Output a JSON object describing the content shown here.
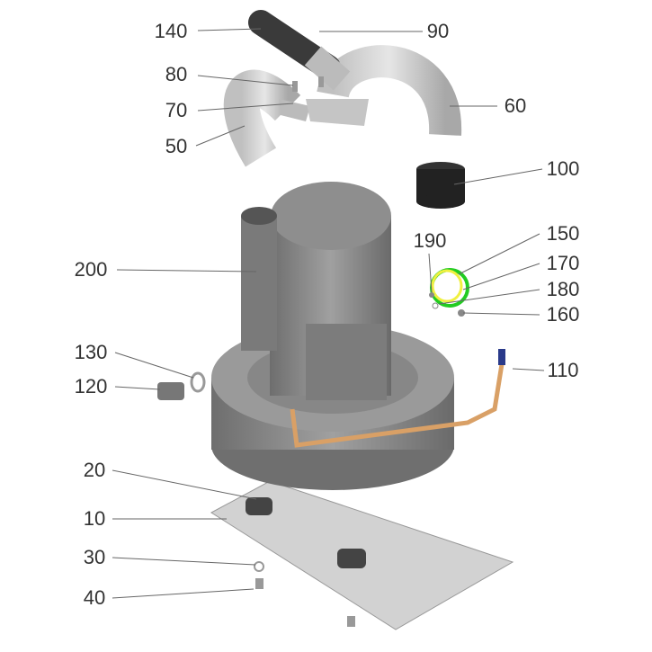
{
  "title": "Exploded parts diagram",
  "colors": {
    "body": "#8a8a8a",
    "dark": "#555555",
    "plate": "#c8c8c8",
    "cable": "#d9a066",
    "green": "#22cc22",
    "yellow": "#f0f040",
    "leader": "#666666"
  },
  "labels": [
    {
      "id": "140",
      "text": "140"
    },
    {
      "id": "90",
      "text": "90"
    },
    {
      "id": "80",
      "text": "80"
    },
    {
      "id": "70",
      "text": "70"
    },
    {
      "id": "50",
      "text": "50"
    },
    {
      "id": "60",
      "text": "60"
    },
    {
      "id": "100",
      "text": "100"
    },
    {
      "id": "190",
      "text": "190"
    },
    {
      "id": "150",
      "text": "150"
    },
    {
      "id": "170",
      "text": "170"
    },
    {
      "id": "180",
      "text": "180"
    },
    {
      "id": "160",
      "text": "160"
    },
    {
      "id": "200",
      "text": "200"
    },
    {
      "id": "130",
      "text": "130"
    },
    {
      "id": "120",
      "text": "120"
    },
    {
      "id": "110",
      "text": "110"
    },
    {
      "id": "20",
      "text": "20"
    },
    {
      "id": "10",
      "text": "10"
    },
    {
      "id": "30",
      "text": "30"
    },
    {
      "id": "40",
      "text": "40"
    }
  ]
}
